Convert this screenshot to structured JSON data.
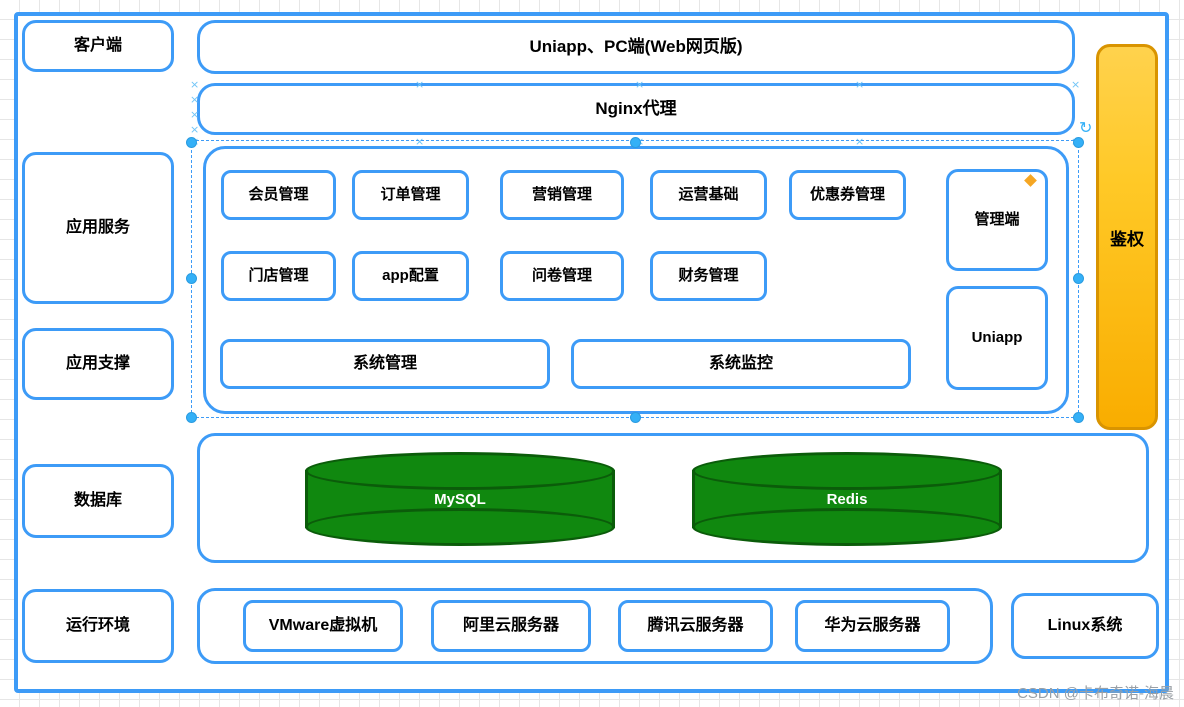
{
  "diagram": {
    "title": "System Architecture Diagram",
    "colors": {
      "border_blue": "#3d9bf7",
      "auth_orange": "#ffc927",
      "auth_border": "#d99400",
      "db_green": "#10880f",
      "db_green_dark": "#0b5c0a",
      "handle_blue": "#34b0f7",
      "diamond_orange": "#f5a623",
      "text_black": "#000000"
    },
    "layers": [
      {
        "id": "client",
        "label": "客户端"
      },
      {
        "id": "app-service",
        "label": "应用服务"
      },
      {
        "id": "app-support",
        "label": "应用支撑"
      },
      {
        "id": "database",
        "label": "数据库"
      },
      {
        "id": "runtime",
        "label": "运行环境"
      }
    ],
    "client_band": {
      "label": "Uniapp、PC端(Web网页版)"
    },
    "proxy_band": {
      "label": "Nginx代理"
    },
    "app_modules_row1": [
      {
        "label": "会员管理"
      },
      {
        "label": "订单管理"
      },
      {
        "label": "营销管理"
      },
      {
        "label": "运营基础"
      },
      {
        "label": "优惠券管理"
      }
    ],
    "app_modules_row2": [
      {
        "label": "门店管理"
      },
      {
        "label": "app配置"
      },
      {
        "label": "问卷管理"
      },
      {
        "label": "财务管理"
      }
    ],
    "support_modules": [
      {
        "label": "系统管理"
      },
      {
        "label": "系统监控"
      }
    ],
    "clients_side": [
      {
        "label": "管理端"
      },
      {
        "label": "Uniapp"
      }
    ],
    "auth": {
      "label": "鉴权"
    },
    "databases": [
      {
        "label": "MySQL"
      },
      {
        "label": "Redis"
      }
    ],
    "runtime_servers": [
      {
        "label": "VMware虚拟机"
      },
      {
        "label": "阿里云服务器"
      },
      {
        "label": "腾讯云服务器"
      },
      {
        "label": "华为云服务器"
      }
    ],
    "runtime_os": {
      "label": "Linux系统"
    },
    "icons": {
      "rotate": "↻"
    },
    "watermark": "CSDN @卡布奇诺-海晨"
  }
}
